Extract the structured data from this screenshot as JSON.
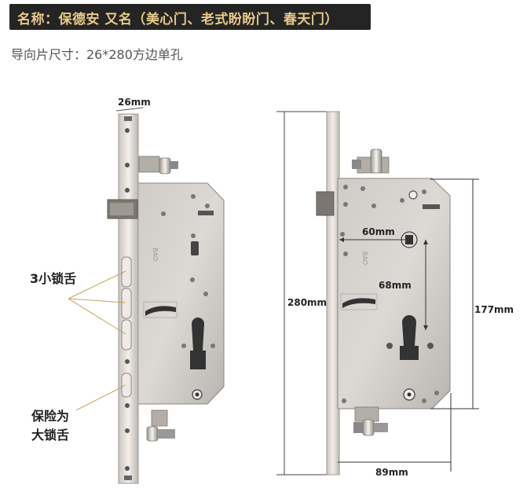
{
  "header": {
    "title": "名称：保德安  又名（美心门、老式盼盼门、春天门）",
    "subtitle": "导向片尺寸：26*280方边单孔"
  },
  "left_lock": {
    "width_dim": "26mm",
    "callout_small": "3小锁舌",
    "callout_large_line1": "保险为",
    "callout_large_line2": "大锁舌",
    "engraving": "BAO"
  },
  "right_lock": {
    "height_dim": "280mm",
    "spacing_177": "177mm",
    "backset_60": "60mm",
    "center_68": "68mm",
    "depth_89": "89mm",
    "engraving": "BAO"
  }
}
